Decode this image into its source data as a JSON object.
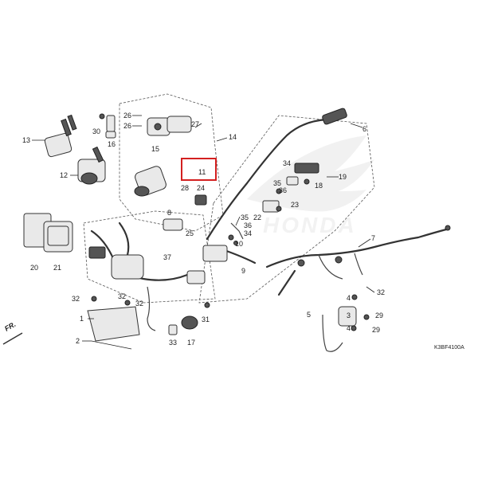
{
  "diagram": {
    "code": "K3BF4100A",
    "watermark": "HONDA",
    "front_marker": "FR.",
    "highlight": {
      "part": "11",
      "color": "#d32020"
    },
    "callouts": [
      "1",
      "2",
      "3",
      "4",
      "5",
      "6",
      "7",
      "8",
      "9",
      "10",
      "11",
      "12",
      "13",
      "14",
      "15",
      "16",
      "17",
      "18",
      "19",
      "20",
      "21",
      "22",
      "23",
      "24",
      "25",
      "26",
      "27",
      "28",
      "29",
      "30",
      "31",
      "32",
      "33",
      "34",
      "35",
      "36",
      "37"
    ]
  }
}
